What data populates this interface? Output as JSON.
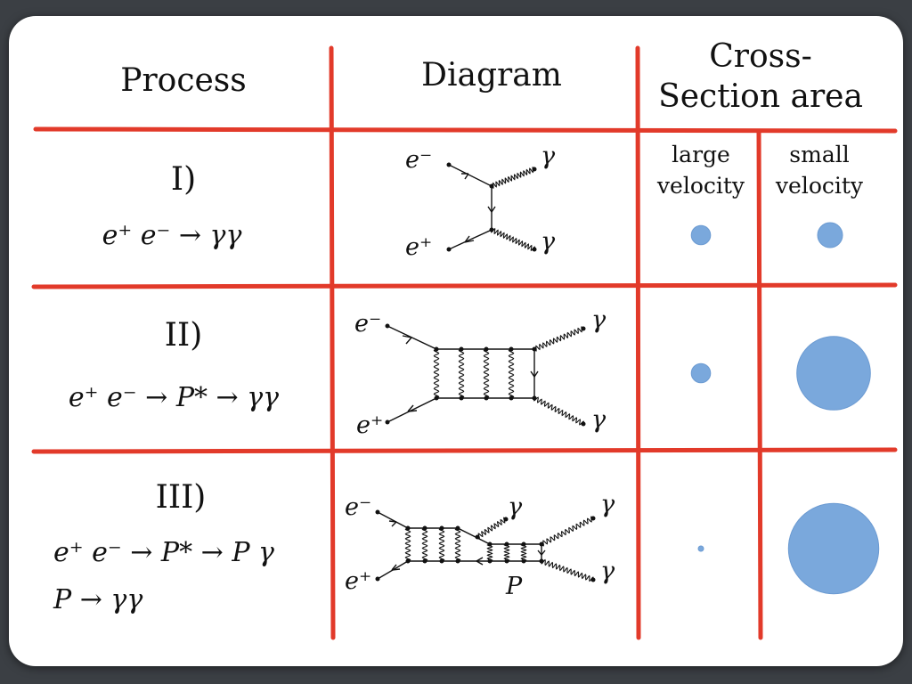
{
  "headers": {
    "process": "Process",
    "diagram": "Diagram",
    "cross_line1": "Cross-",
    "cross_line2": "Section area",
    "large_line1": "large",
    "large_line2": "velocity",
    "small_line1": "small",
    "small_line2": "velocity"
  },
  "rows": [
    {
      "number": "I)",
      "equations": [
        "e⁺ e⁻ → γγ"
      ],
      "labels": {
        "e_minus": "e⁻",
        "e_plus": "e⁺",
        "gamma_top": "γ",
        "gamma_bottom": "γ"
      },
      "cross_section_large_velocity": 0.18,
      "cross_section_small_velocity": 0.18
    },
    {
      "number": "II)",
      "equations": [
        "e⁺ e⁻ → P* → γγ"
      ],
      "labels": {
        "e_minus": "e⁻",
        "e_plus": "e⁺",
        "gamma_top": "γ",
        "gamma_bottom": "γ"
      },
      "cross_section_large_velocity": 0.18,
      "cross_section_small_velocity": 0.53
    },
    {
      "number": "III)",
      "equations": [
        "e⁺ e⁻ → P* → P γ",
        "P → γγ"
      ],
      "labels": {
        "e_minus": "e⁻",
        "e_plus": "e⁺",
        "gamma_mid": "γ",
        "gamma_top": "γ",
        "gamma_bottom": "γ",
        "p_label": "P"
      },
      "cross_section_large_velocity": 0.05,
      "cross_section_small_velocity": 0.65
    }
  ]
}
